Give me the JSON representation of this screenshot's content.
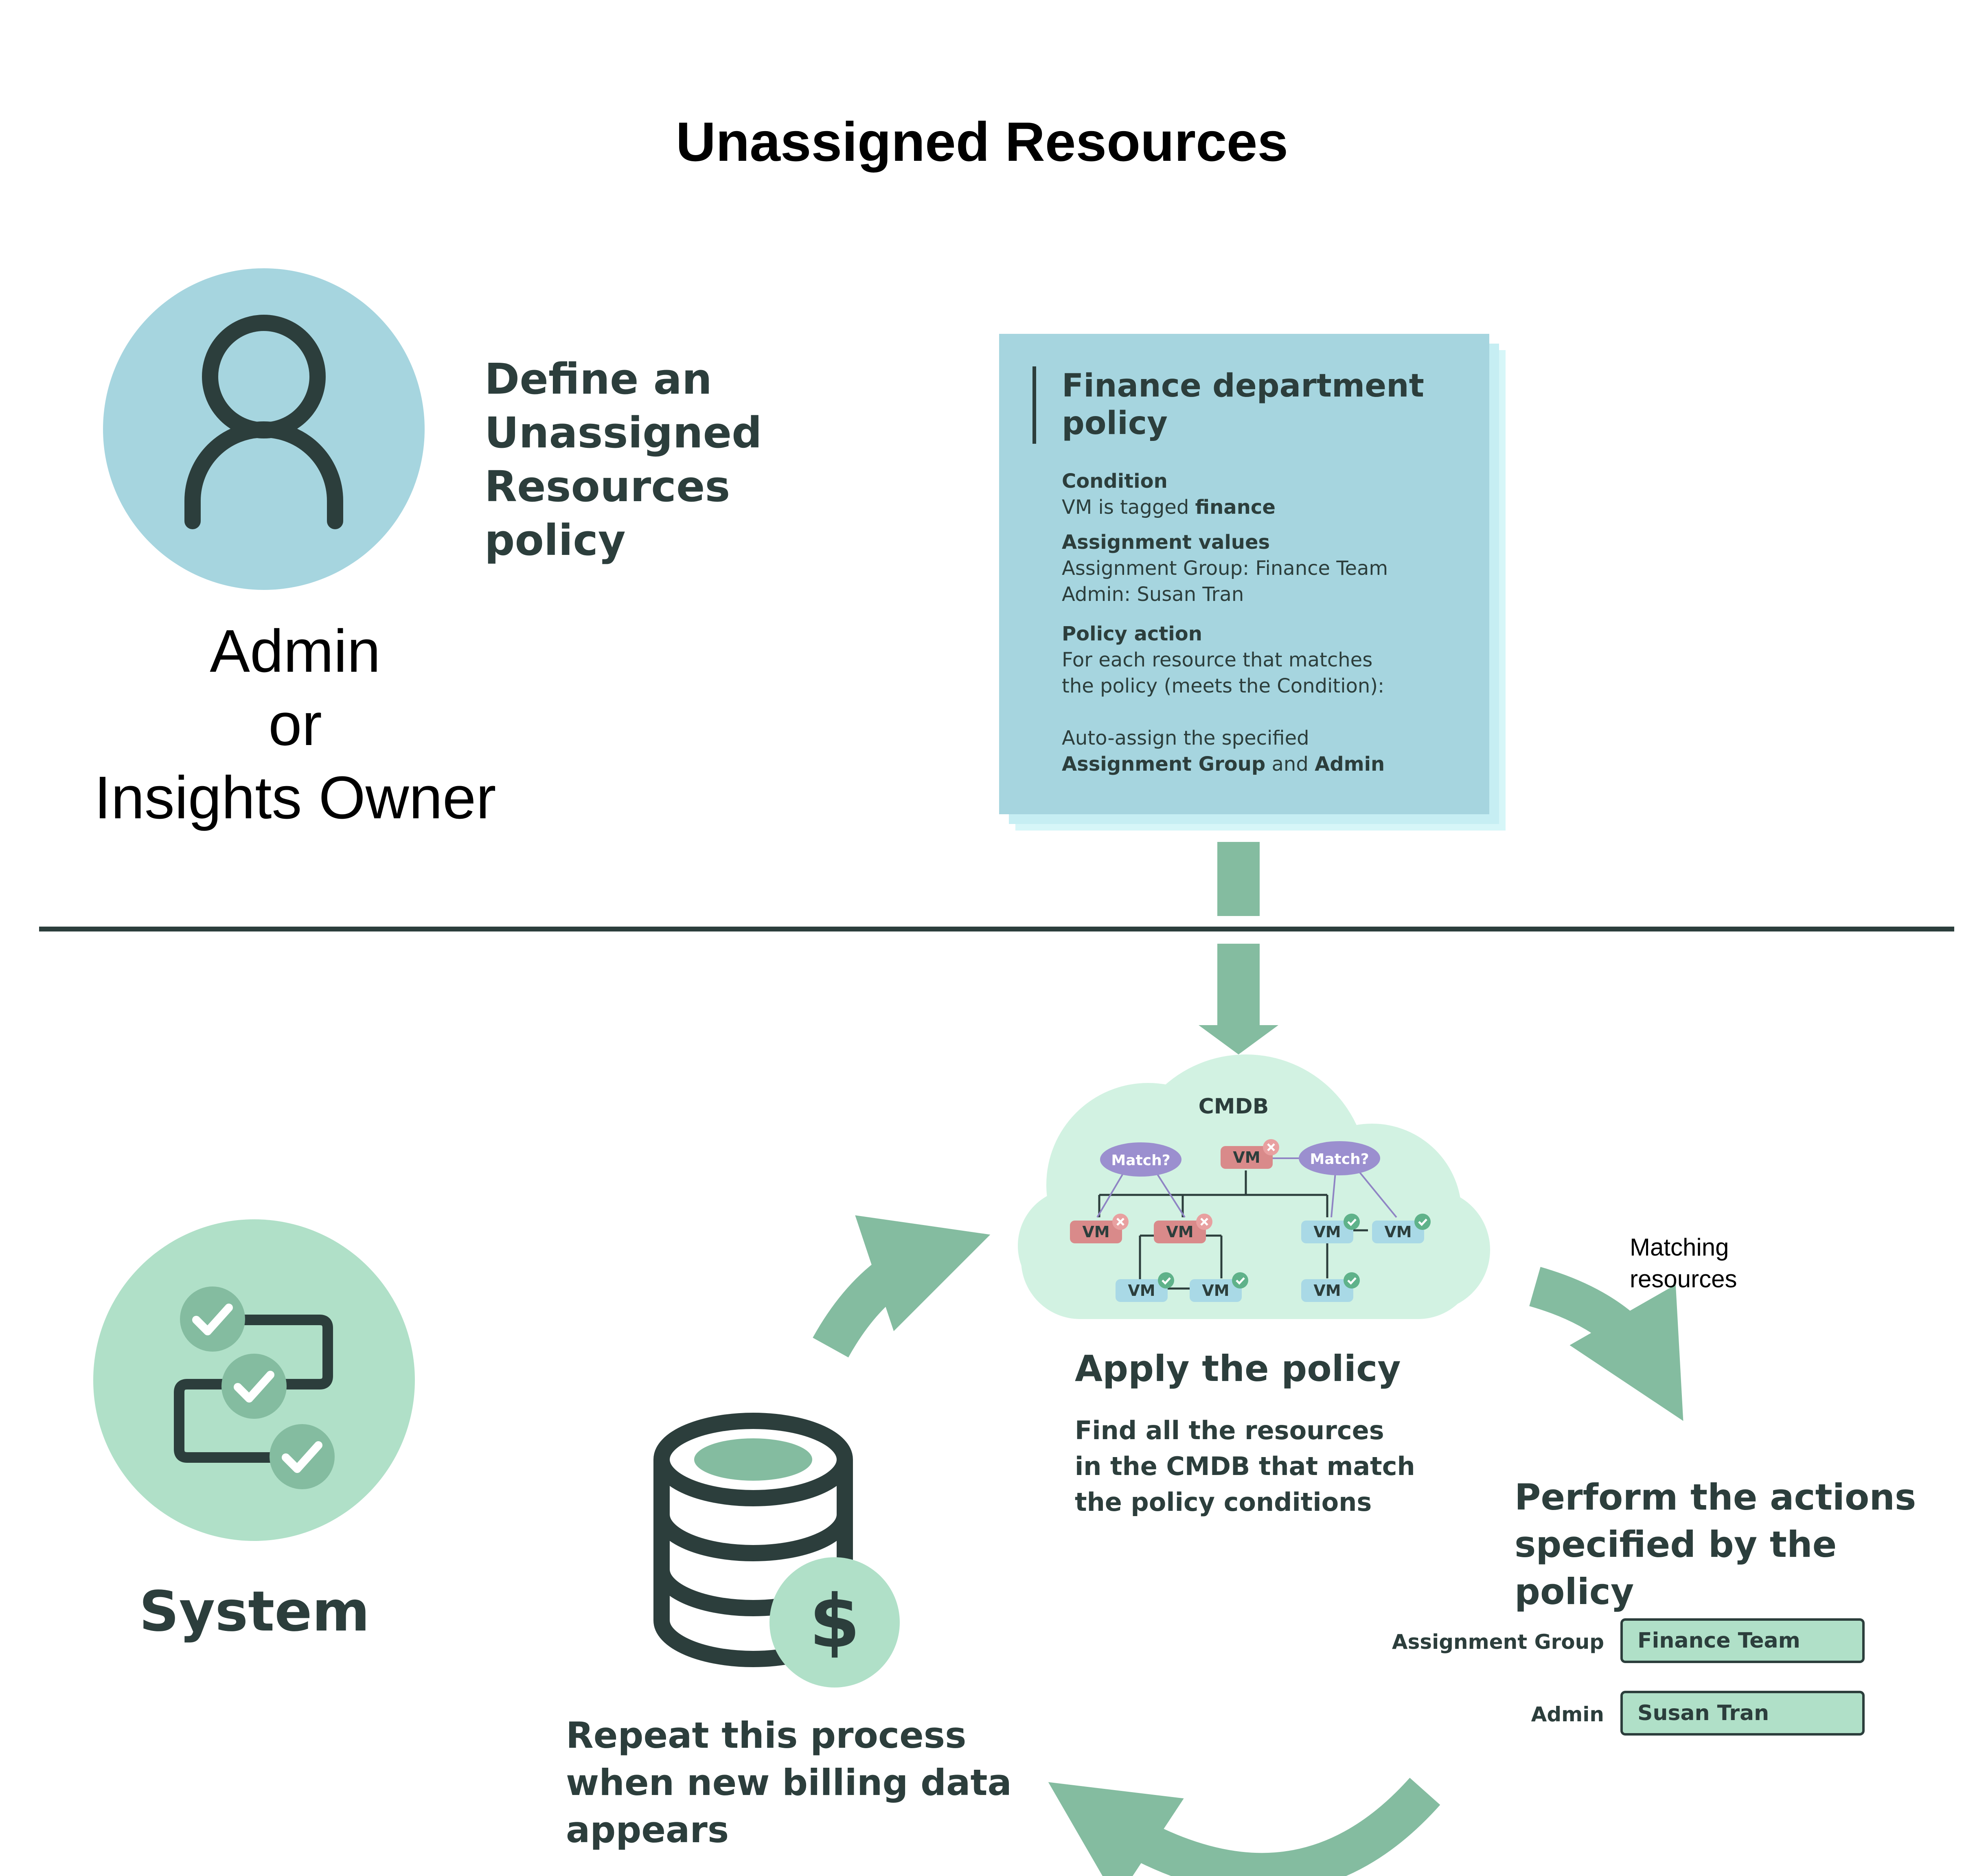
{
  "title": "Unassigned Resources",
  "actor_human": {
    "line1": "Admin",
    "line2": "or",
    "line3": "Insights Owner"
  },
  "define_step": {
    "line1": "Define an",
    "line2": "Unassigned Resources",
    "line3": "policy"
  },
  "policy_card": {
    "title_line1": "Finance department",
    "title_line2": "policy",
    "condition_heading": "Condition",
    "condition_text": "VM is tagged ",
    "condition_tag": "finance",
    "assignment_heading": "Assignment values",
    "assignment_group_text": "Assignment Group: Finance Team",
    "assignment_admin_text": "Admin: Susan Tran",
    "action_heading": "Policy action",
    "action_line1": "For each resource that matches",
    "action_line2": "the policy (meets the Condition):",
    "action_line3": "Auto-assign the specified",
    "action_bold1": "Assignment Group",
    "action_and": " and ",
    "action_bold2": "Admin"
  },
  "actor_system": {
    "label": "System"
  },
  "cmdb": {
    "label": "CMDB",
    "match_label": "Match?",
    "vm_label": "VM"
  },
  "apply_step": {
    "heading": "Apply the policy",
    "line1": "Find all the resources",
    "line2": "in the CMDB that match",
    "line3": "the policy conditions"
  },
  "matching_label": {
    "line1": "Matching",
    "line2": "resources"
  },
  "perform_step": {
    "line1": "Perform the actions",
    "line2": "specified by the policy"
  },
  "fields": {
    "group_label": "Assignment Group",
    "group_value": "Finance Team",
    "admin_label": "Admin",
    "admin_value": "Susan Tran"
  },
  "repeat_step": {
    "line1": "Repeat this process",
    "line2": "when new billing data",
    "line3": "appears"
  },
  "billing_symbol": "$",
  "colors": {
    "text_dark": "#2c3e3c",
    "human_circle": "#a6d5df",
    "system_circle": "#b0e0c8",
    "arrow_green": "#84bca0",
    "cloud": "#d2f2e2",
    "vm_unmatched": "#d98a8a",
    "vm_matched": "#a9d9e6",
    "match_node": "#9b8fcf",
    "check_green": "#5fb28a",
    "x_red": "#e8a0a0"
  },
  "icons": [
    "person-icon",
    "checklist-flow-icon",
    "database-icon",
    "dollar-icon",
    "check-icon",
    "x-icon"
  ]
}
